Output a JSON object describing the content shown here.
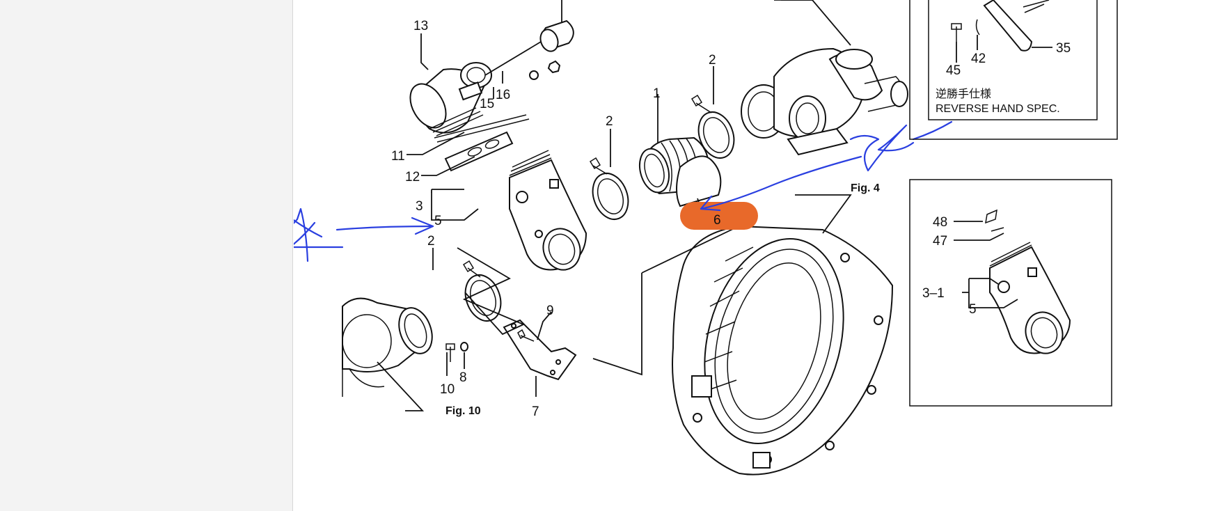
{
  "sidebar": {},
  "diagram": {
    "part_numbers": {
      "p13": "13",
      "p16": "16",
      "p15": "15",
      "p11": "11",
      "p12": "12",
      "p2a": "2",
      "p1": "1",
      "p2b": "2",
      "p3": "3",
      "p5a": "5",
      "p6": "6",
      "p2c": "2",
      "p9": "9",
      "p10": "10",
      "p8": "8",
      "p7": "7"
    },
    "figure_refs": {
      "fig4": "Fig. 4",
      "fig10": "Fig. 10"
    },
    "inset_top": {
      "labels": {
        "p45": "45",
        "p42": "42",
        "p35": "35"
      },
      "caption_jp": "逆勝手仕様",
      "caption_en": "REVERSE HAND SPEC."
    },
    "inset_bottom": {
      "labels": {
        "p48": "48",
        "p47": "47",
        "p3_1": "3–1",
        "p5": "5"
      }
    },
    "highlight_color": "#e8692a",
    "annotation_color": "#2a3fe0"
  }
}
